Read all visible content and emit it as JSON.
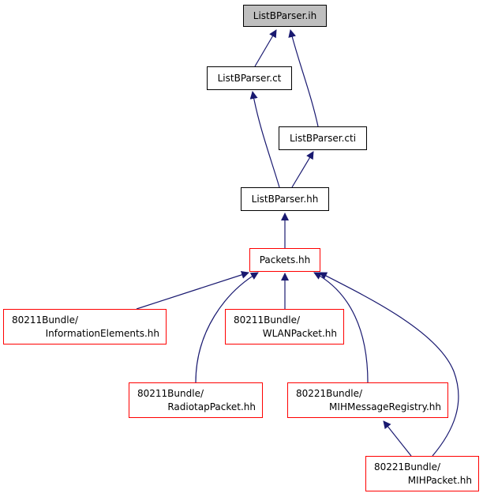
{
  "colors": {
    "edge": "#191970",
    "highlight_fill": "#bfbfbf",
    "normal_border": "#000000",
    "red_border": "#ff0000"
  },
  "nodes": {
    "listbparser_ih": {
      "line1": "ListBParser.ih"
    },
    "listbparser_ct": {
      "line1": "ListBParser.ct"
    },
    "listbparser_cti": {
      "line1": "ListBParser.cti"
    },
    "listbparser_hh": {
      "line1": "ListBParser.hh"
    },
    "packets_hh": {
      "line1": "Packets.hh"
    },
    "information_elements": {
      "line1": "80211Bundle/",
      "line2": "InformationElements.hh"
    },
    "wlan_packet": {
      "line1": "80211Bundle/",
      "line2": "WLANPacket.hh"
    },
    "radiotap_packet": {
      "line1": "80211Bundle/",
      "line2": "RadiotapPacket.hh"
    },
    "mih_message_registry": {
      "line1": "80221Bundle/",
      "line2": "MIHMessageRegistry.hh"
    },
    "mih_packet": {
      "line1": "80221Bundle/",
      "line2": "MIHPacket.hh"
    }
  },
  "edges": [
    {
      "from": "listbparser_ct",
      "to": "listbparser_ih"
    },
    {
      "from": "listbparser_cti",
      "to": "listbparser_ih"
    },
    {
      "from": "listbparser_hh",
      "to": "listbparser_ct"
    },
    {
      "from": "listbparser_hh",
      "to": "listbparser_cti"
    },
    {
      "from": "packets_hh",
      "to": "listbparser_hh"
    },
    {
      "from": "information_elements",
      "to": "packets_hh"
    },
    {
      "from": "radiotap_packet",
      "to": "packets_hh"
    },
    {
      "from": "wlan_packet",
      "to": "packets_hh"
    },
    {
      "from": "mih_message_registry",
      "to": "packets_hh"
    },
    {
      "from": "mih_packet",
      "to": "packets_hh"
    },
    {
      "from": "mih_packet",
      "to": "mih_message_registry"
    }
  ]
}
